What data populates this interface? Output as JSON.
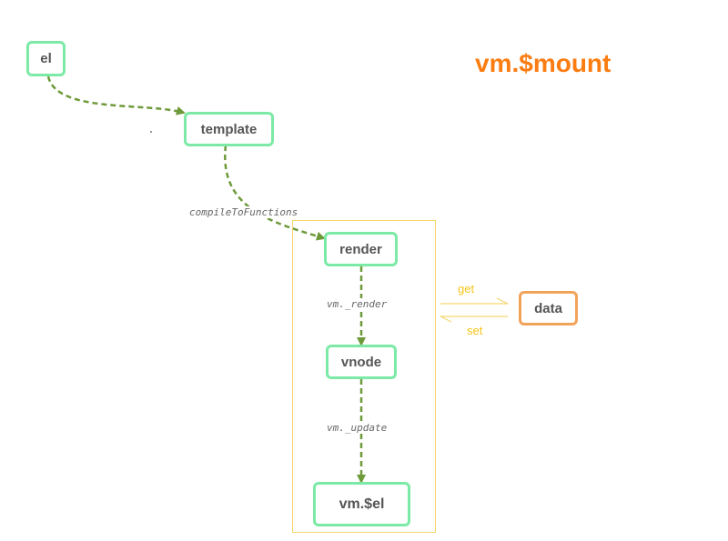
{
  "title": "vm.$mount",
  "nodes": {
    "el": "el",
    "template": "template",
    "render": "render",
    "vnode": "vnode",
    "vm_el": "vm.$el",
    "data": "data"
  },
  "edge_labels": {
    "compile": "compileToFunctions",
    "render": "vm._render",
    "update": "vm._update",
    "get": "get",
    "set": "set"
  },
  "colors": {
    "node_border": "#7ceaa6",
    "data_border": "#f2a35a",
    "arrow": "#6e9a3a",
    "title": "#fb7d12",
    "frame": "#f5d76e",
    "get_set": "#f5c518"
  }
}
